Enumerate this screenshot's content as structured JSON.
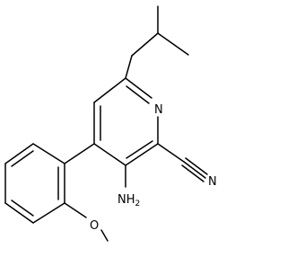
{
  "molecule": {
    "atoms": {
      "ring_nitrogen": "N",
      "amino": "NH2",
      "amino_main": "NH",
      "amino_subscript": "2",
      "nitrile_nitrogen": "N",
      "methoxy_oxygen": "O"
    }
  }
}
